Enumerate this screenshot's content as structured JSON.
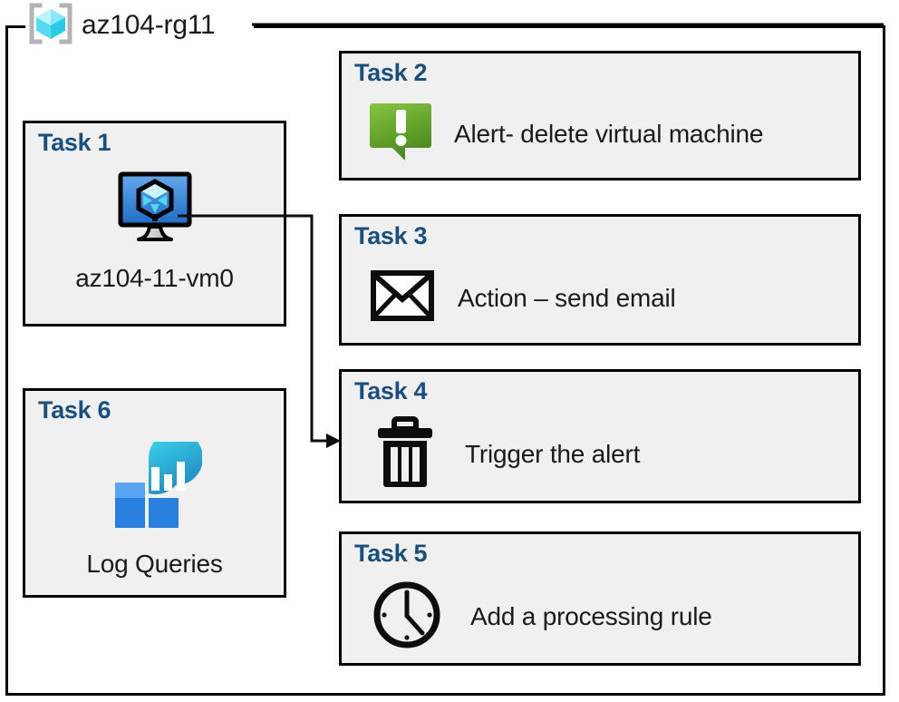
{
  "header": {
    "icon": "resource-group-icon",
    "title": "az104-rg11"
  },
  "colors": {
    "task_label": "#17507e",
    "card_fill": "#f0f0f0",
    "border": "#000000",
    "alert_green_light": "#7ec242",
    "alert_green_dark": "#4e8b1f",
    "vm_blue_light": "#5b9ee8",
    "vm_blue_dark": "#1f6fc4",
    "cube_cyan": "#7fe8f5",
    "log_teal": "#32d4e8",
    "log_blue": "#2b85dd"
  },
  "tasks": [
    {
      "id": "task1",
      "label": "Task 1",
      "icon": "virtual-machine-icon",
      "caption": "az104-11-vm0"
    },
    {
      "id": "task2",
      "label": "Task 2",
      "icon": "alert-bubble-icon",
      "text": "Alert- delete virtual machine"
    },
    {
      "id": "task3",
      "label": "Task 3",
      "icon": "envelope-icon",
      "text": "Action – send email"
    },
    {
      "id": "task4",
      "label": "Task 4",
      "icon": "trash-icon",
      "text": "Trigger the alert"
    },
    {
      "id": "task5",
      "label": "Task 5",
      "icon": "clock-icon",
      "text": "Add a processing rule"
    },
    {
      "id": "task6",
      "label": "Task 6",
      "icon": "log-analytics-icon",
      "caption": "Log Queries"
    }
  ],
  "connector": {
    "name": "vm-to-task4-connector",
    "from": "task1.virtual-machine-icon",
    "to": "task4",
    "arrow": "arrow-head-right"
  }
}
